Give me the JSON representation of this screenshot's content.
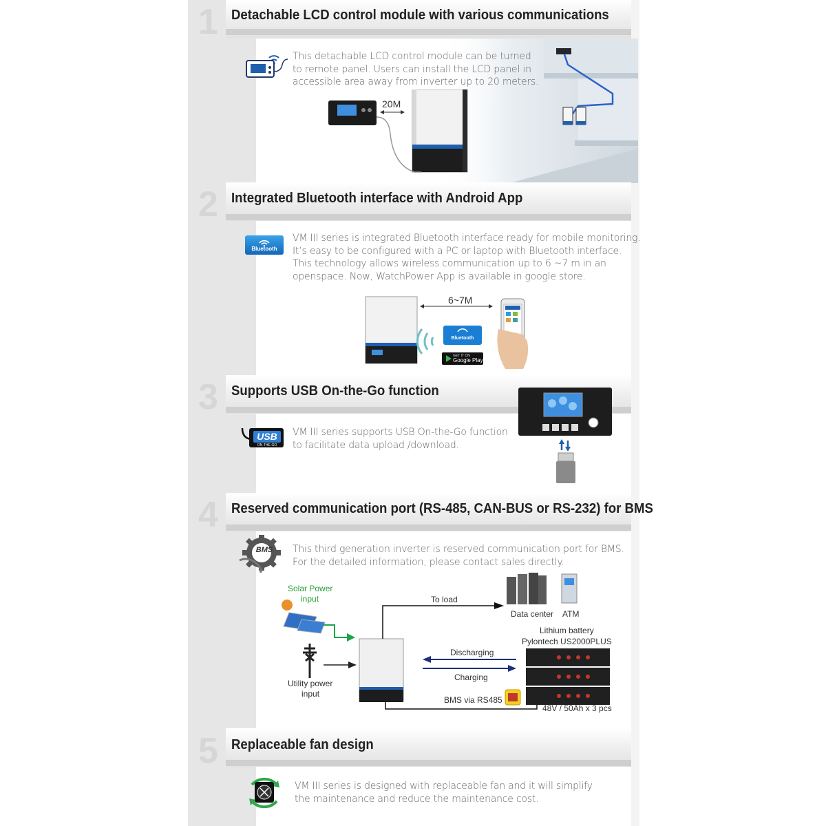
{
  "sections": [
    {
      "number": "1",
      "title": "Detachable LCD control module with various communications",
      "lines": [
        "This detachable LCD control module can be turned",
        "to remote panel. Users can install the LCD panel in",
        "accessible area away from inverter up to 20 meters."
      ],
      "distance_label": "20M"
    },
    {
      "number": "2",
      "title": "Integrated Bluetooth interface with Android App",
      "lines": [
        "VM III series is integrated Bluetooth interface ready for mobile monitoring.",
        "It’s easy to be configured with a PC or laptop with Bluetooth interface.",
        "This technology allows wireless communication up to 6 ~7 m in an",
        "openspace. Now, WatchPower App is available in google store."
      ],
      "distance_label": "6~7M",
      "bluetooth_badge": "Bluetooth",
      "store_small": "GET IT ON",
      "store_name": "Google Play"
    },
    {
      "number": "3",
      "title": "Supports USB On-the-Go function",
      "lines": [
        "VM III series supports USB On-the-Go function",
        "to facilitate data upload /download."
      ],
      "usb_badge": "USB",
      "usb_sub": "ON-THE-GO"
    },
    {
      "number": "4",
      "title": "Reserved communication port (RS-485, CAN-BUS or RS-232) for BMS",
      "lines": [
        "This third generation inverter is reserved communication port for BMS.",
        "For the detailed information, please contact sales directly."
      ],
      "bms_badge": "BMS",
      "diagram": {
        "solar_line1": "Solar Power",
        "solar_line2": "input",
        "to_load": "To load",
        "data_center": "Data center",
        "atm": "ATM",
        "battery_line1": "Lithium battery",
        "battery_line2": "Pylontech US2000PLUS",
        "discharging": "Discharging",
        "charging": "Charging",
        "utility_line1": "Utility power",
        "utility_line2": "input",
        "bms_via": "BMS via RS485",
        "battery_spec": "48V / 50Ah x 3 pcs"
      }
    },
    {
      "number": "5",
      "title": "Replaceable fan design",
      "lines": [
        "VM III series is designed with replaceable fan and it will simplify",
        "the maintenance and reduce the maintenance cost."
      ]
    }
  ],
  "colors": {
    "panel_gray": "#e6e6e6",
    "header_bar": "#cfcfcf",
    "accent_blue": "#1f5fae",
    "green_arrow": "#1fa34a",
    "navy_arrow": "#1d2f7a"
  }
}
